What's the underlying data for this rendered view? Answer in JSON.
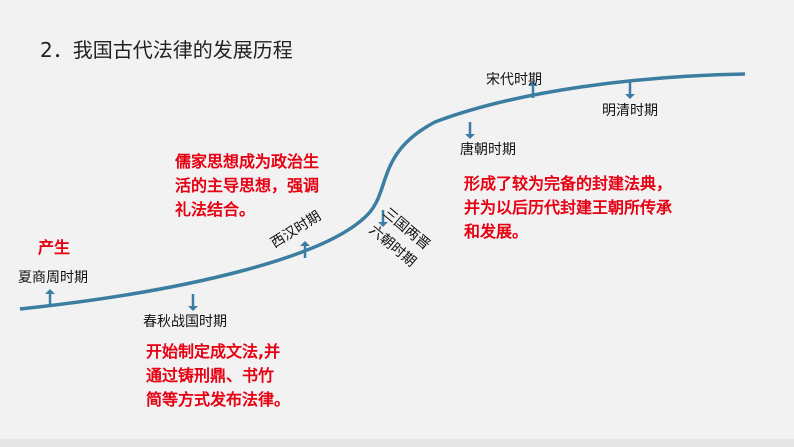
{
  "title": "2．我国古代法律的发展历程",
  "colors": {
    "curve": "#3b7ea1",
    "arrow": "#3b7ea1",
    "emphasis": "#e60012",
    "background": "#f2f2f2"
  },
  "periods": [
    {
      "label": "夏商周时期",
      "arrow": "up"
    },
    {
      "label": "春秋战国时期",
      "arrow": "down"
    },
    {
      "label": "西汉时期",
      "arrow": "up"
    },
    {
      "label": "三国两晋",
      "arrow": "down"
    },
    {
      "label": "六朝时期",
      "arrow": "down"
    },
    {
      "label": "唐朝时期",
      "arrow": "down"
    },
    {
      "label": "宋代时期",
      "arrow": "up"
    },
    {
      "label": "明清时期",
      "arrow": "down"
    }
  ],
  "notes": {
    "origin": "产生",
    "chunqiu": [
      "开始制定成文法,并",
      "通过铸刑鼎、书竹",
      "简等方式发布法律。"
    ],
    "xihan": [
      "儒家思想成为政治生",
      "活的主导思想，强调",
      "礼法结合。"
    ],
    "tang": [
      "形成了较为完备的封建法典，",
      "并为以后历代封建王朝所传承",
      "和发展。"
    ]
  }
}
